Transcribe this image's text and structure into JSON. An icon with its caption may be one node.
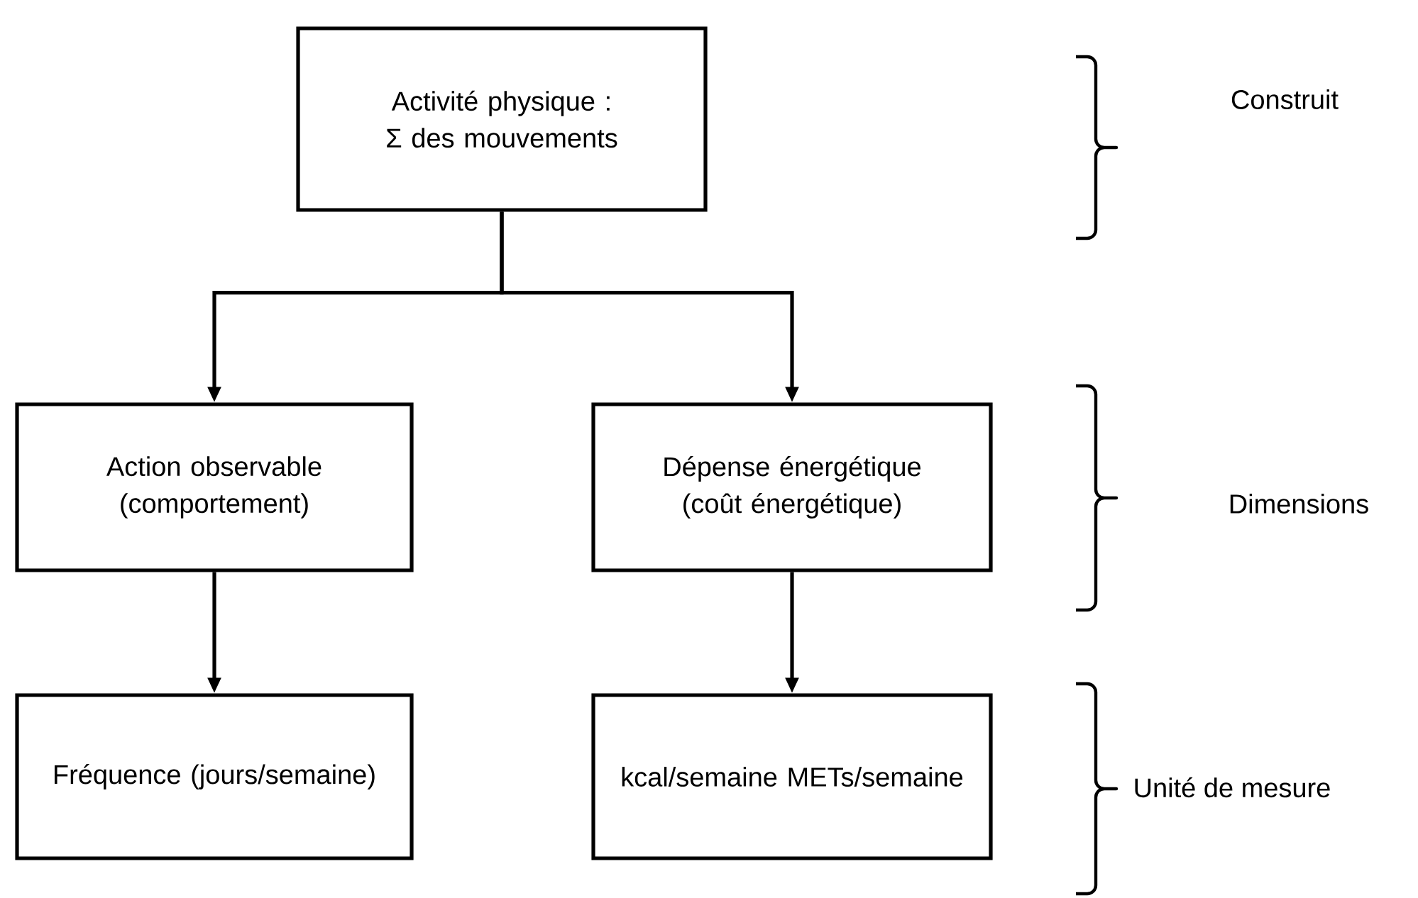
{
  "diagram": {
    "nodes": [
      {
        "text": [
          "Activité physique : Σ des mouvements"
        ]
      },
      {
        "text": [
          "Action observable (comportement)"
        ]
      },
      {
        "text": [
          "Dépense énergétique (coût énergétique)"
        ]
      },
      {
        "text": [
          "Fréquence (jours/semaine)"
        ]
      },
      {
        "text": [
          "kcal/semaine METs/semaine"
        ]
      }
    ],
    "edges": [
      {
        "from": 0,
        "to": 1,
        "arrow": "to"
      },
      {
        "from": 0,
        "to": 2,
        "arrow": "to"
      },
      {
        "from": 1,
        "to": 3,
        "arrow": "to"
      },
      {
        "from": 2,
        "to": 4,
        "arrow": "to"
      }
    ],
    "labels": [
      "Construit",
      "Dimensions",
      "Unité de mesure"
    ]
  }
}
